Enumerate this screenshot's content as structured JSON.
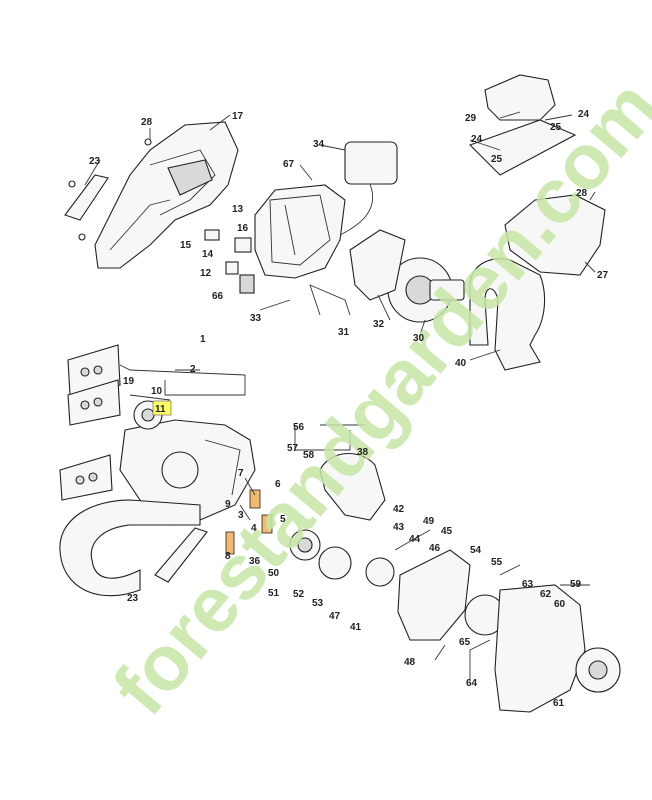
{
  "watermark": {
    "text": "forestandgarden.com",
    "green": "#c7e5a6",
    "gray": "#cfc7bd"
  },
  "highlight_color": "#ffff66",
  "labels": {
    "l1": "1",
    "l2": "2",
    "l3": "3",
    "l4": "4",
    "l5": "5",
    "l6": "6",
    "l7": "7",
    "l8": "8",
    "l9": "9",
    "l10": "10",
    "l11": "11",
    "l12": "12",
    "l13": "13",
    "l14": "14",
    "l15": "15",
    "l16": "16",
    "l17": "17",
    "l19": "19",
    "l23a": "23",
    "l23b": "23",
    "l24a": "24",
    "l24b": "24",
    "l25a": "25",
    "l25b": "25",
    "l27": "27",
    "l28a": "28",
    "l28b": "28",
    "l29": "29",
    "l30": "30",
    "l31": "31",
    "l32": "32",
    "l33": "33",
    "l34": "34",
    "l36": "36",
    "l38": "38",
    "l40": "40",
    "l41": "41",
    "l42": "42",
    "l43": "43",
    "l44": "44",
    "l45": "45",
    "l46": "46",
    "l47": "47",
    "l48": "48",
    "l49": "49",
    "l50": "50",
    "l51": "51",
    "l52": "52",
    "l53": "53",
    "l54": "54",
    "l55": "55",
    "l56": "56",
    "l57": "57",
    "l58": "58",
    "l59": "59",
    "l60": "60",
    "l61": "61",
    "l62": "62",
    "l63": "63",
    "l64": "64",
    "l65": "65",
    "l66": "66",
    "l67": "67"
  }
}
